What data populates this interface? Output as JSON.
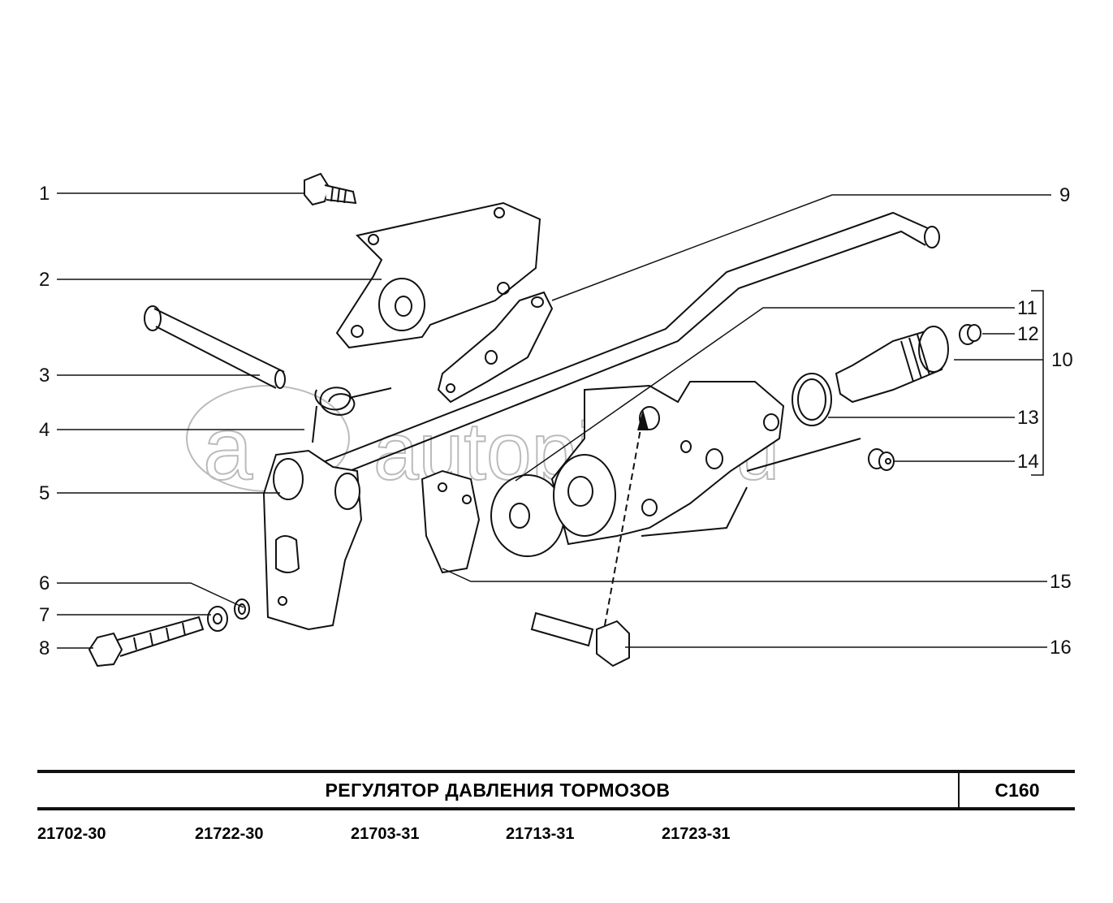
{
  "diagram": {
    "callouts": [
      "1",
      "2",
      "3",
      "4",
      "5",
      "6",
      "7",
      "8",
      "9",
      "10",
      "11",
      "12",
      "13",
      "14",
      "15",
      "16"
    ],
    "watermark": "autopiter.ru"
  },
  "footer": {
    "title": "РЕГУЛЯТОР  ДАВЛЕНИЯ  ТОРМОЗОВ",
    "code": "C160",
    "models": [
      "21702-30",
      "21722-30",
      "21703-31",
      "21713-31",
      "21723-31"
    ]
  }
}
